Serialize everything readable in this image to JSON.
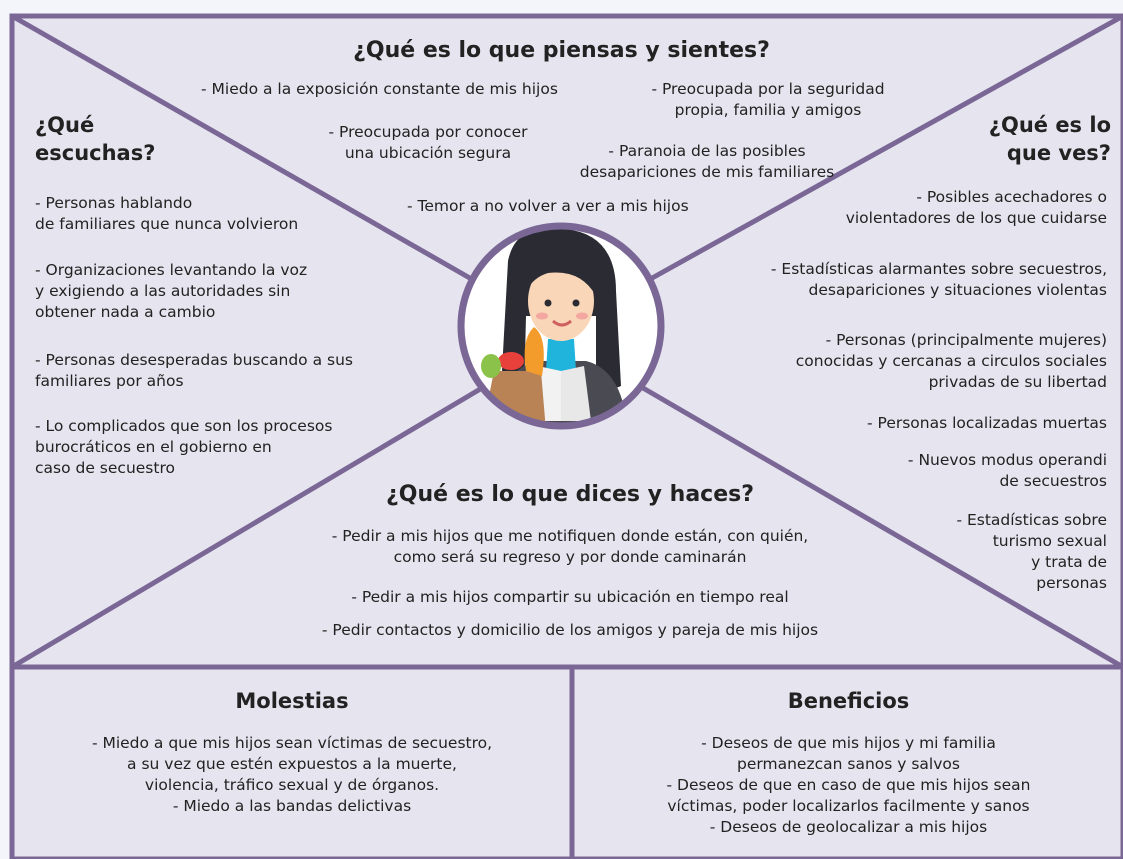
{
  "colors": {
    "border": "#7a6796",
    "background": "#e6e5ef",
    "page": "#f4f5fa"
  },
  "think_feel": {
    "heading": "¿Qué es lo que piensas y sientes?",
    "items": [
      "- Miedo a la exposición constante de mis hijos",
      "- Preocupada por la seguridad\npropia, familia y amigos",
      "- Preocupada por conocer\nuna ubicación segura",
      "- Paranoia de las posibles\ndesapariciones de mis familiares",
      "- Temor a no volver a ver a mis hijos"
    ]
  },
  "hear": {
    "heading": "¿Qué\nescuchas?",
    "items": [
      "- Personas hablando\nde familiares que nunca volvieron",
      "- Organizaciones levantando la voz\ny exigiendo a las autoridades sin\nobtener nada a cambio",
      "- Personas desesperadas buscando a sus\nfamiliares por años",
      "- Lo complicados que son los procesos\nburocráticos en el gobierno en\ncaso de secuestro"
    ]
  },
  "see": {
    "heading": "¿Qué es lo\nque ves?",
    "items": [
      "- Posibles acechadores o\nviolentadores de los que cuidarse",
      "- Estadísticas alarmantes sobre secuestros,\ndesapariciones y situaciones violentas",
      "- Personas (principalmente mujeres)\nconocidas y cercanas a circulos sociales\nprivadas de su libertad",
      "- Personas localizadas muertas",
      "- Nuevos modus operandi\nde secuestros",
      "- Estadísticas sobre\nturismo sexual\ny trata de\npersonas"
    ]
  },
  "say_do": {
    "heading": "¿Qué es lo que dices y haces?",
    "items": [
      "- Pedir a mis hijos que me notifiquen donde están, con quién,\ncomo será su regreso y por donde caminarán",
      "- Pedir a mis hijos compartir su ubicación en tiempo real",
      "- Pedir contactos y domicilio de los amigos y pareja de mis hijos"
    ]
  },
  "pains": {
    "heading": "Molestias",
    "text": "- Miedo a que mis hijos sean víctimas de secuestro,\na su vez que estén expuestos a la muerte,\nviolencia, tráfico sexual y de órganos.\n- Miedo a las bandas delictivas"
  },
  "gains": {
    "heading": "Beneficios",
    "text": "- Deseos de que mis hijos y mi familia\npermanezcan sanos y salvos\n- Deseos de que en caso de que mis hijos sean\nvíctimas, poder localizarlos facilmente y sanos\n- Deseos de geolocalizar a mis hijos"
  }
}
